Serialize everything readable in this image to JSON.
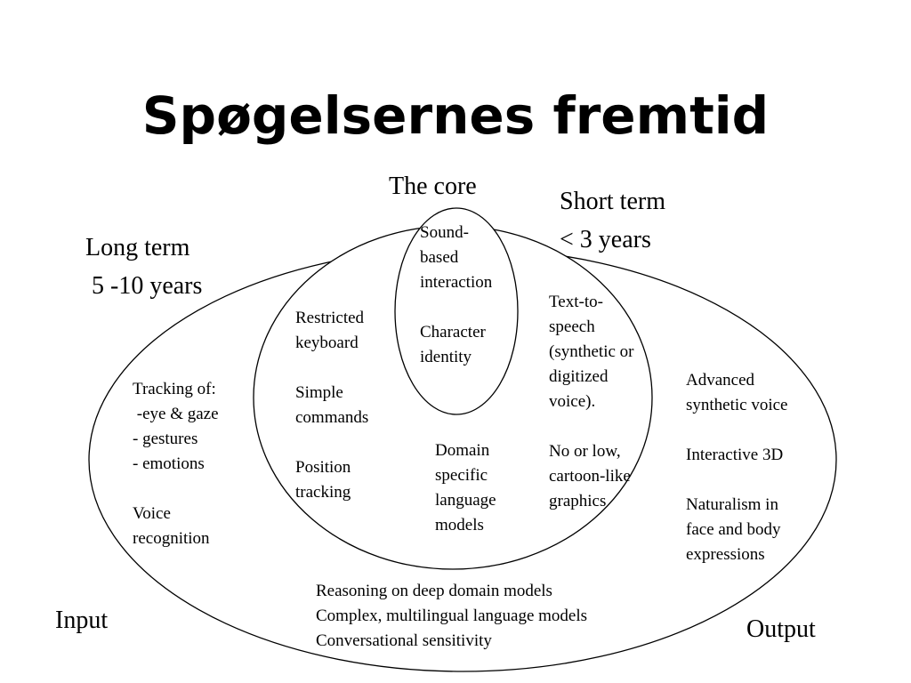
{
  "title": "Spøgelsernes fremtid",
  "labels": {
    "core": "The core",
    "short_term": "Short term\n< 3 years",
    "long_term": "Long term\n 5 -10 years",
    "input": "Input",
    "output": "Output"
  },
  "core_text": "Sound-\nbased\ninteraction\n\nCharacter\nidentity",
  "middle_left_text": "Restricted\nkeyboard\n\nSimple\ncommands\n\nPosition\ntracking",
  "middle_bottom_text": "Domain\nspecific\nlanguage\nmodels",
  "middle_right_text": "Text-to-\nspeech\n(synthetic or\ndigitized\nvoice).\n\nNo or low,\ncartoon-like\ngraphics",
  "outer_left_text": "Tracking of:\n -eye & gaze\n- gestures\n- emotions\n\nVoice\nrecognition",
  "outer_right_text": "Advanced\nsynthetic voice\n\nInteractive 3D\n\nNaturalism in\nface and body\nexpressions",
  "outer_bottom_text": "Reasoning on deep domain models\nComplex, multilingual language models\nConversational sensitivity"
}
